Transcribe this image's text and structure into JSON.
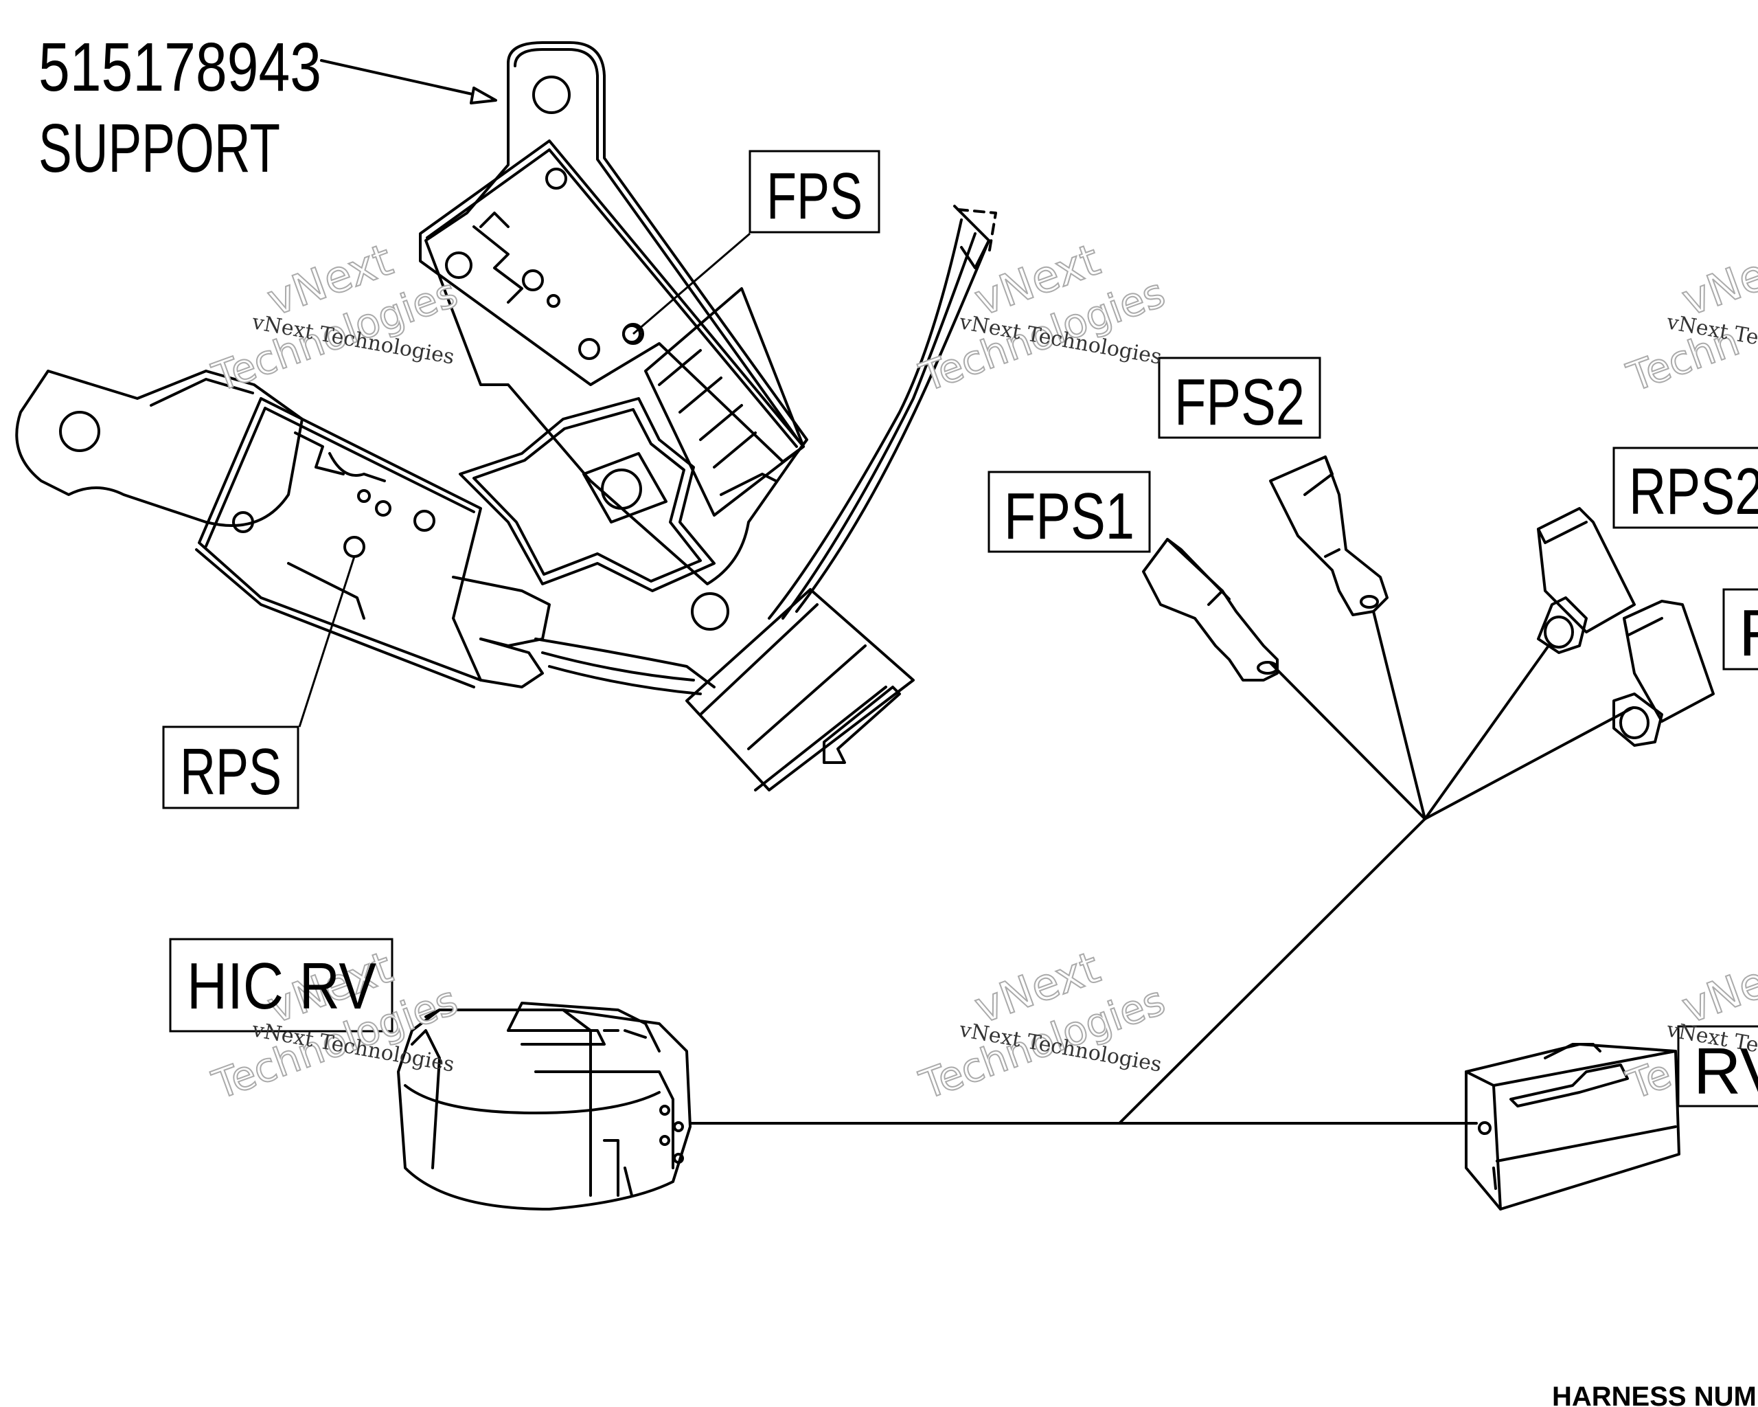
{
  "part": {
    "number": "515178943",
    "name": "SUPPORT"
  },
  "labels": {
    "fps": "FPS",
    "rps": "RPS",
    "fps1": "FPS1",
    "fps2": "FPS2",
    "rps2": "RPS2",
    "partial_right": "F",
    "hic_rv": "HIC  RV",
    "rv_partial": "RV"
  },
  "watermark": {
    "line": "vNext Technologies",
    "big1": "vNext",
    "big2": "Technologies",
    "cut1": "vNe",
    "cut2": "Techn",
    "cut3": "vNext Te",
    "cut4": "vNe",
    "cut5": "vNext Te",
    "cut6": "Te"
  },
  "footer": {
    "harness": "HARNESS NUMBER :"
  }
}
